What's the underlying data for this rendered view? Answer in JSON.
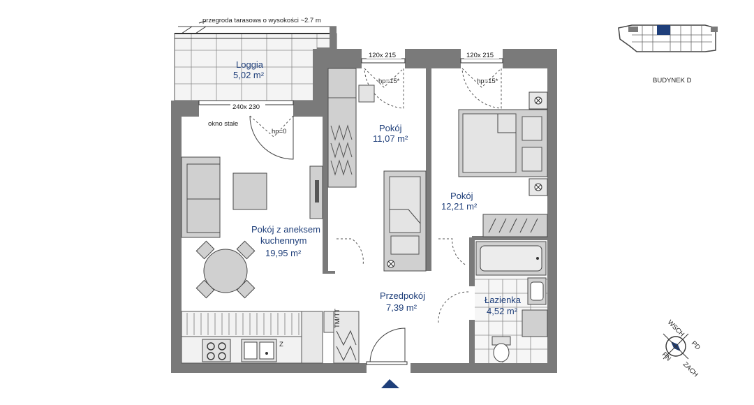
{
  "balcony_note": "przegroda tarasowa o wysokości ~2.7 m",
  "rooms": {
    "loggia": {
      "name": "Loggia",
      "area": "5,02 m²"
    },
    "pokoj1": {
      "name": "Pokój",
      "area": "11,07 m²"
    },
    "pokoj2": {
      "name": "Pokój",
      "area": "12,21 m²"
    },
    "living": {
      "name_line1": "Pokój z aneksem",
      "name_line2": "kuchennym",
      "area": "19,95 m²"
    },
    "hall": {
      "name": "Przedpokój",
      "area": "7,39 m²"
    },
    "bath": {
      "name": "Łazienka",
      "area": "4,52 m²"
    }
  },
  "windows": {
    "w1": {
      "size": "120x 215",
      "hp": "hp=15*"
    },
    "w2": {
      "size": "120x 215",
      "hp": "hp=15*"
    },
    "w3": {
      "size": "240x 230",
      "hp": "hp=0",
      "note": "okno stałe"
    }
  },
  "kitchen_marks": {
    "fridge": "TM/TT",
    "z": "Z"
  },
  "building": {
    "label": "BUDYNEK D"
  },
  "compass": {
    "n": "PD",
    "e": "ZACH",
    "s": "PN",
    "w": "WSCH"
  },
  "colors": {
    "text": "#1f3f7a",
    "wall": "#7a7a7a",
    "accent": "#1f3f7a"
  }
}
